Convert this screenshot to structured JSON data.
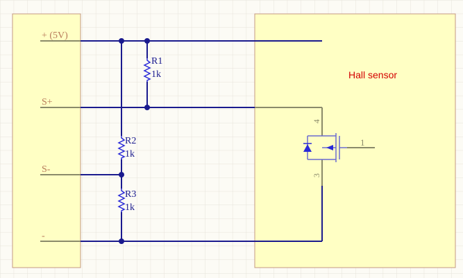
{
  "colors": {
    "background": "#fcfbf5",
    "grid": "#e6e3da",
    "block_fill": "#ffffc4",
    "block_stroke": "#c49a82",
    "wire": "#1a1a8e",
    "component": "#2a2ad8",
    "pin_line": "#8a8a6a",
    "pin_label": "#b87a5a",
    "sensor_label": "#d40000",
    "mosfet": "#6a6ad0"
  },
  "connector": {
    "pins": [
      {
        "id": "vcc",
        "label": "+ (5V)"
      },
      {
        "id": "s_plus",
        "label": "S+"
      },
      {
        "id": "s_minus",
        "label": "S-"
      },
      {
        "id": "gnd",
        "label": "-"
      }
    ]
  },
  "resistors": [
    {
      "id": "R1",
      "designator": "R1",
      "value": "1k"
    },
    {
      "id": "R2",
      "designator": "R2",
      "value": "1k"
    },
    {
      "id": "R3",
      "designator": "R3",
      "value": "1k"
    }
  ],
  "hall_sensor": {
    "title": "Hall sensor",
    "pins": [
      {
        "id": "p4",
        "number": "4"
      },
      {
        "id": "p3",
        "number": "3"
      },
      {
        "id": "p1",
        "number": "1"
      }
    ]
  }
}
